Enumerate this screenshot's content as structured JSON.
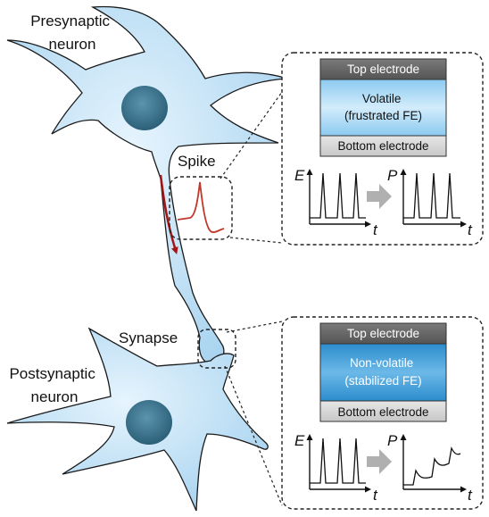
{
  "labels": {
    "presynaptic": [
      "Presynaptic",
      "neuron"
    ],
    "postsynaptic": [
      "Postsynaptic",
      "neuron"
    ],
    "spike": "Spike",
    "synapse": "Synapse"
  },
  "top_panel": {
    "top_electrode": "Top electrode",
    "layer": [
      "Volatile",
      "(frustrated FE)"
    ],
    "bottom_electrode": "Bottom electrode",
    "left_axis": {
      "y": "E",
      "x": "t"
    },
    "right_axis": {
      "y": "P",
      "x": "t"
    }
  },
  "bottom_panel": {
    "top_electrode": "Top electrode",
    "layer": [
      "Non-volatile",
      "(stabilized FE)"
    ],
    "bottom_electrode": "Bottom electrode",
    "left_axis": {
      "y": "E",
      "x": "t"
    },
    "right_axis": {
      "y": "P",
      "x": "t"
    }
  },
  "colors": {
    "neuron_fill": "#c8e6f8",
    "neuron_stroke": "#1a1a1a",
    "nucleus": "#3d7891",
    "spike_arrow": "#a31515",
    "volatile_layer": "#a9d6f2",
    "nonvolatile_layer": "#3b9bd6",
    "top_electrode": "#6b6b6b",
    "bottom_electrode": "#d9d9d9",
    "process_arrow": "#b0b0b0"
  },
  "icons": {
    "spike": "action-potential-trace",
    "process": "gray-right-arrow"
  }
}
